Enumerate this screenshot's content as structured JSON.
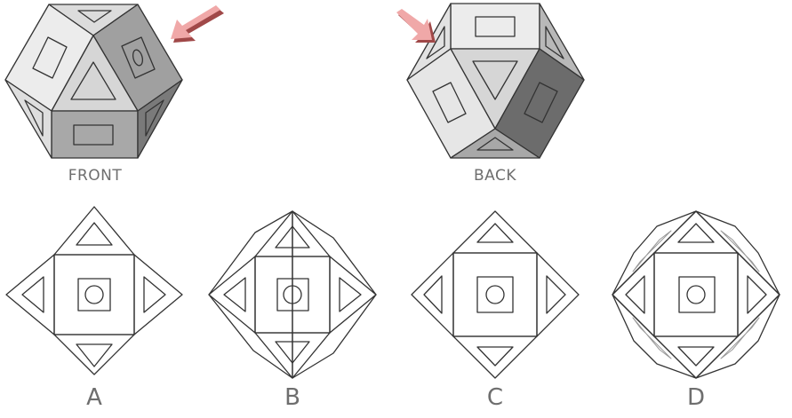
{
  "views": [
    {
      "id": "front",
      "label": "FRONT"
    },
    {
      "id": "back",
      "label": "BACK"
    }
  ],
  "options": [
    {
      "id": "A",
      "label": "A"
    },
    {
      "id": "B",
      "label": "B"
    },
    {
      "id": "C",
      "label": "C"
    },
    {
      "id": "D",
      "label": "D"
    }
  ],
  "colors": {
    "stroke": "#333333",
    "face_light": "#ededed",
    "face_mid": "#d4d4d4",
    "face_gray": "#a8a8a8",
    "face_dark": "#6c6c6c",
    "arrow": "#f0a8a8",
    "arrow_shadow": "#a04848",
    "label": "#6e6e6e"
  }
}
